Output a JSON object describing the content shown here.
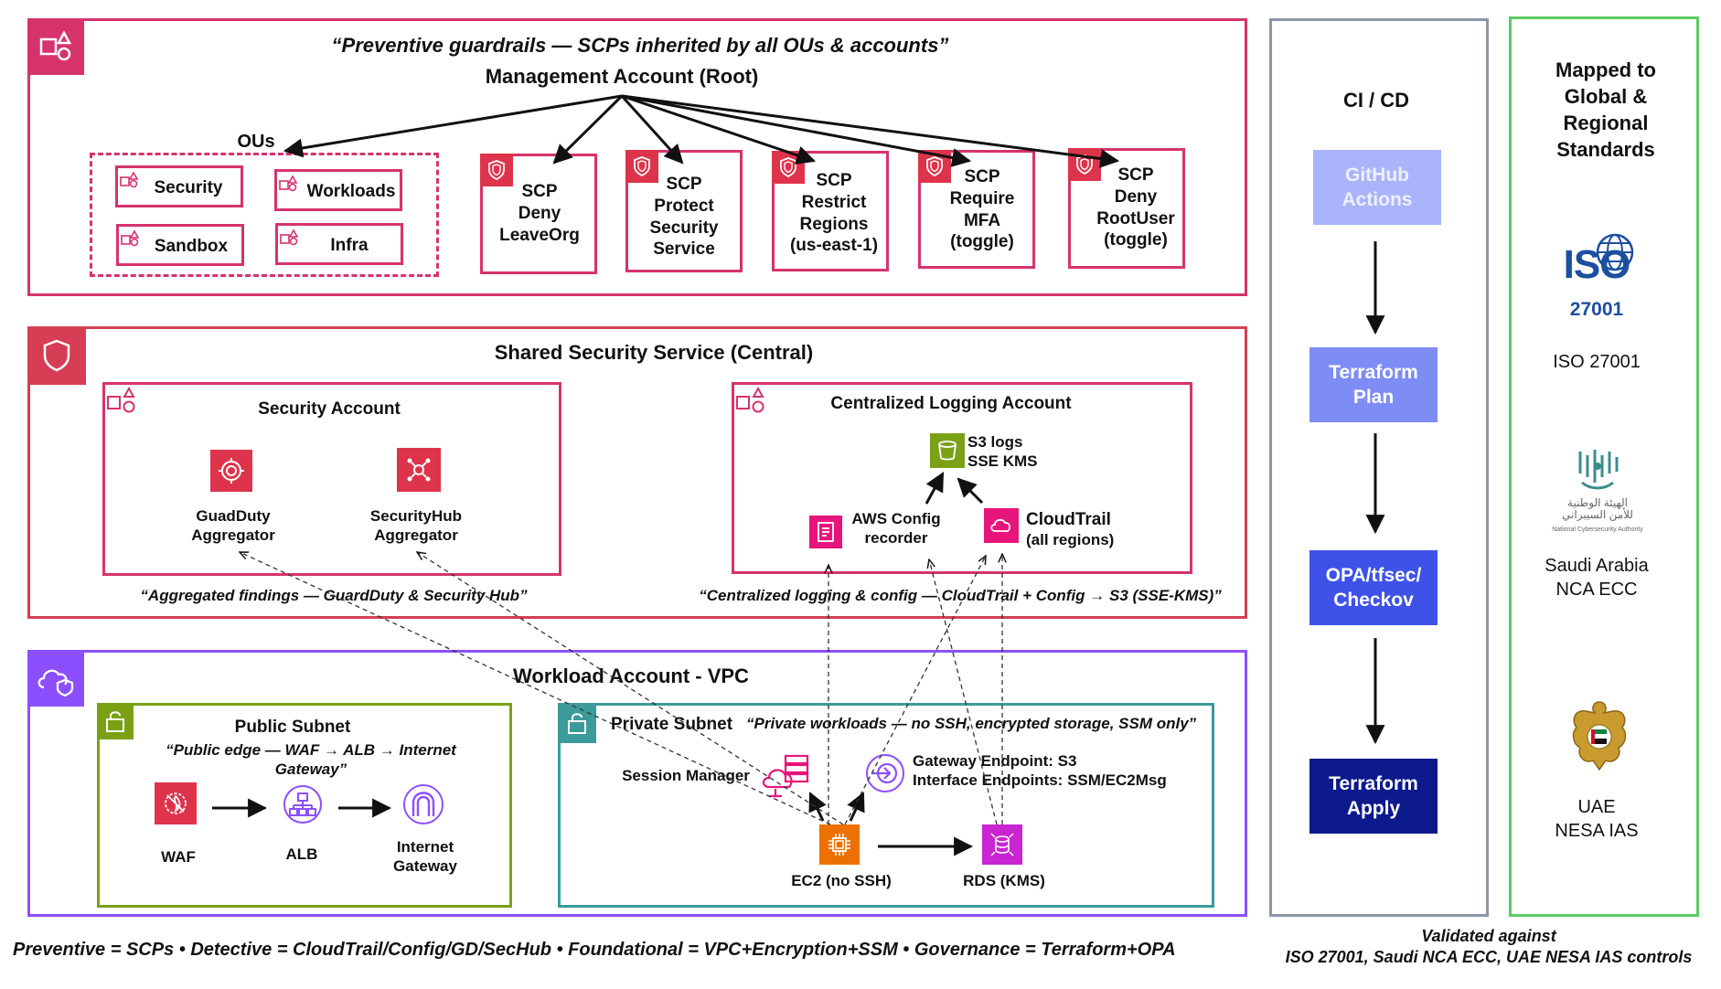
{
  "management": {
    "guardrail_quote": "“Preventive guardrails — SCPs inherited by all OUs & accounts”",
    "title": "Management Account (Root)",
    "ous_label": "OUs",
    "ous": [
      "Security",
      "Workloads",
      "Sandbox",
      "Infra"
    ],
    "scps": [
      "SCP\nDeny\nLeaveOrg",
      "SCP\nProtect\nSecurity\nService",
      "SCP\nRestrict\nRegions\n(us-east-1)",
      "SCP\nRequire\nMFA\n(toggle)",
      "SCP\nDeny\nRootUser\n(toggle)"
    ]
  },
  "shared": {
    "title": "Shared Security Service (Central)",
    "security_account": {
      "title": "Security Account",
      "guardduty": "GuadDuty\nAggregator",
      "securityhub": "SecurityHub\nAggregator",
      "caption": "“Aggregated findings — GuardDuty & Security Hub”"
    },
    "logging_account": {
      "title": "Centralized Logging Account",
      "s3": "S3 logs\nSSE KMS",
      "config": "AWS Config\nrecorder",
      "cloudtrail": "CloudTrail",
      "cloudtrail_sub": "(all regions)",
      "caption": "“Centralized logging & config — CloudTrail + Config → S3 (SSE-KMS)”"
    }
  },
  "workload": {
    "title": "Workload Account - VPC",
    "public_subnet": {
      "title": "Public Subnet",
      "quote": "“Public edge — WAF → ALB → Internet Gateway”",
      "waf": "WAF",
      "alb": "ALB",
      "igw": "Internet\nGateway"
    },
    "private_subnet": {
      "title": "Private Subnet",
      "quote": "“Private workloads — no SSH, encrypted storage, SSM only”",
      "session_manager": "Session Manager",
      "endpoints": "Gateway Endpoint: S3\nInterface Endpoints: SSM/EC2Msg",
      "ec2": "EC2 (no SSH)",
      "rds": "RDS (KMS)"
    }
  },
  "cicd": {
    "title": "CI / CD",
    "steps": [
      "GitHub\nActions",
      "Terraform\nPlan",
      "OPA/tfsec/\nCheckov",
      "Terraform\nApply"
    ]
  },
  "standards": {
    "title": "Mapped to\nGlobal &\nRegional\nStandards",
    "iso_logo_text": "ISO",
    "iso_logo_number": "27001",
    "iso": "ISO 27001",
    "nca_logo_arabic": "الهيئة الوطنية\nللأمن السيبراني",
    "nca_logo_english": "National Cybersecurity Authority",
    "nca": "Saudi Arabia\nNCA ECC",
    "nesa": "UAE\nNESA IAS"
  },
  "footer": {
    "legend": "Preventive = SCPs  • Detective = CloudTrail/Config/GD/SecHub  • Foundational = VPC+Encryption+SSM  • Governance = Terraform+OPA",
    "validated": "Validated against\nISO 27001, Saudi NCA ECC, UAE NESA IAS controls"
  },
  "colors": {
    "management_border": "#d6336c",
    "shared_border": "#d63e56",
    "workload_border": "#8c4fff",
    "public_subnet": "#7aa116",
    "private_subnet": "#3d9a9a",
    "cicd_border": "#8c95a8",
    "standards_border": "#5ccb5f",
    "security_red": "#dd344c",
    "compute_orange": "#ed7100",
    "storage_green": "#7aa116",
    "db_purple": "#c925d1",
    "network_purple": "#8c4fff",
    "cloudtrail_pink": "#e7157b",
    "step1": "#aab4fb",
    "step2": "#7e8cf5",
    "step3": "#3f52e8",
    "step4": "#0d1a8c"
  }
}
